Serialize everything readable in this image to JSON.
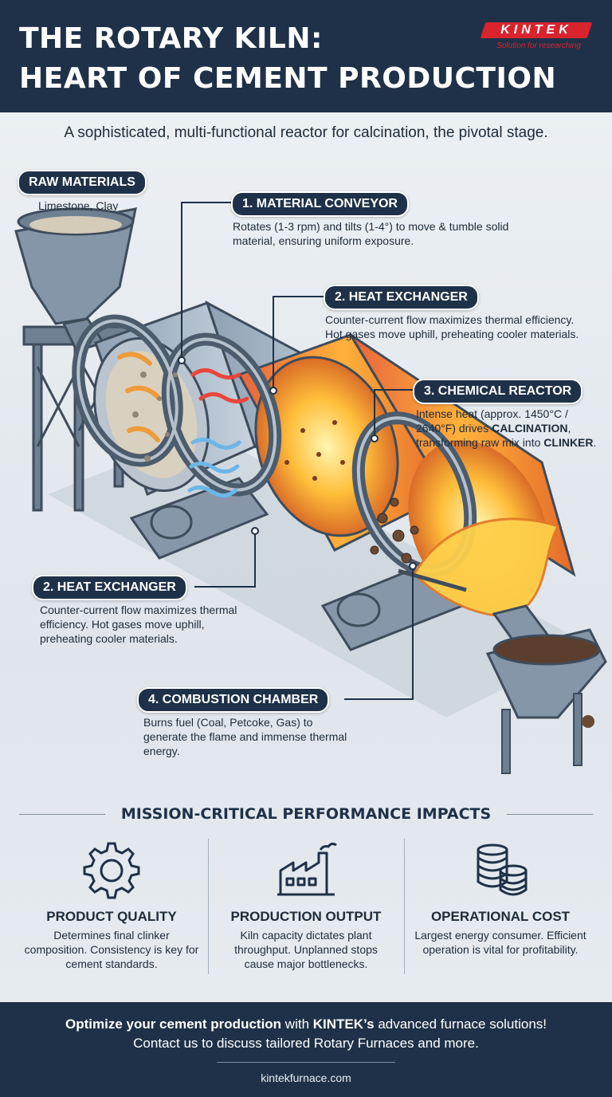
{
  "header": {
    "title_line1": "THE ROTARY KILN:",
    "title_line2": "HEART OF CEMENT PRODUCTION",
    "logo_word": "KINTEK",
    "logo_tagline": "Solution for researching"
  },
  "subtitle": "A sophisticated, multi-functional reactor for calcination, the pivotal stage.",
  "labels": {
    "raw_materials": {
      "title": "RAW MATERIALS",
      "text": "Limestone, Clay"
    },
    "conveyor": {
      "title": "1. MATERIAL CONVEYOR",
      "text": "Rotates (1-3 rpm) and tilts (1-4°) to move & tumble solid material, ensuring uniform exposure."
    },
    "heat_exchanger_top": {
      "title": "2. HEAT EXCHANGER",
      "text": "Counter-current flow maximizes thermal efficiency. Hot gases move uphill, preheating cooler materials."
    },
    "chemical_reactor": {
      "title": "3. CHEMICAL REACTOR",
      "text_a": "Intense heat (approx. 1450°C / 2640°F) drives ",
      "text_strong1": "CALCINATION",
      "text_b": ", transforming raw mix into ",
      "text_strong2": "CLINKER",
      "text_c": "."
    },
    "heat_exchanger_bottom": {
      "title": "2. HEAT EXCHANGER",
      "text": "Counter-current flow maximizes thermal efficiency. Hot gases move uphill, preheating cooler materials."
    },
    "combustion": {
      "title": "4. COMBUSTION CHAMBER",
      "text": "Burns fuel (Coal, Petcoke, Gas) to generate the flame and immense thermal energy."
    }
  },
  "impacts": {
    "section_title": "MISSION-CRITICAL PERFORMANCE IMPACTS",
    "items": [
      {
        "title": "PRODUCT QUALITY",
        "text": "Determines final clinker composition. Consistency is key for cement standards.",
        "icon": "gear-icon"
      },
      {
        "title": "PRODUCTION OUTPUT",
        "text": "Kiln capacity dictates plant throughput. Unplanned stops cause major bottlenecks.",
        "icon": "factory-icon"
      },
      {
        "title": "OPERATIONAL COST",
        "text": "Largest energy consumer. Efficient operation is vital for profitability.",
        "icon": "coin-stack-icon"
      }
    ]
  },
  "footer": {
    "line1_strong_a": "Optimize your cement production",
    "line1_mid": " with ",
    "line1_strong_b": "KINTEK’s",
    "line1_rest": " advanced furnace solutions!",
    "line2": "Contact us to discuss tailored Rotary Furnaces and more.",
    "url": "kintekfurnace.com"
  },
  "colors": {
    "navy": "#1f3148",
    "brand_red": "#d9232d",
    "flame": "#f39b2d",
    "cool_arrow": "#6cb6e8"
  }
}
